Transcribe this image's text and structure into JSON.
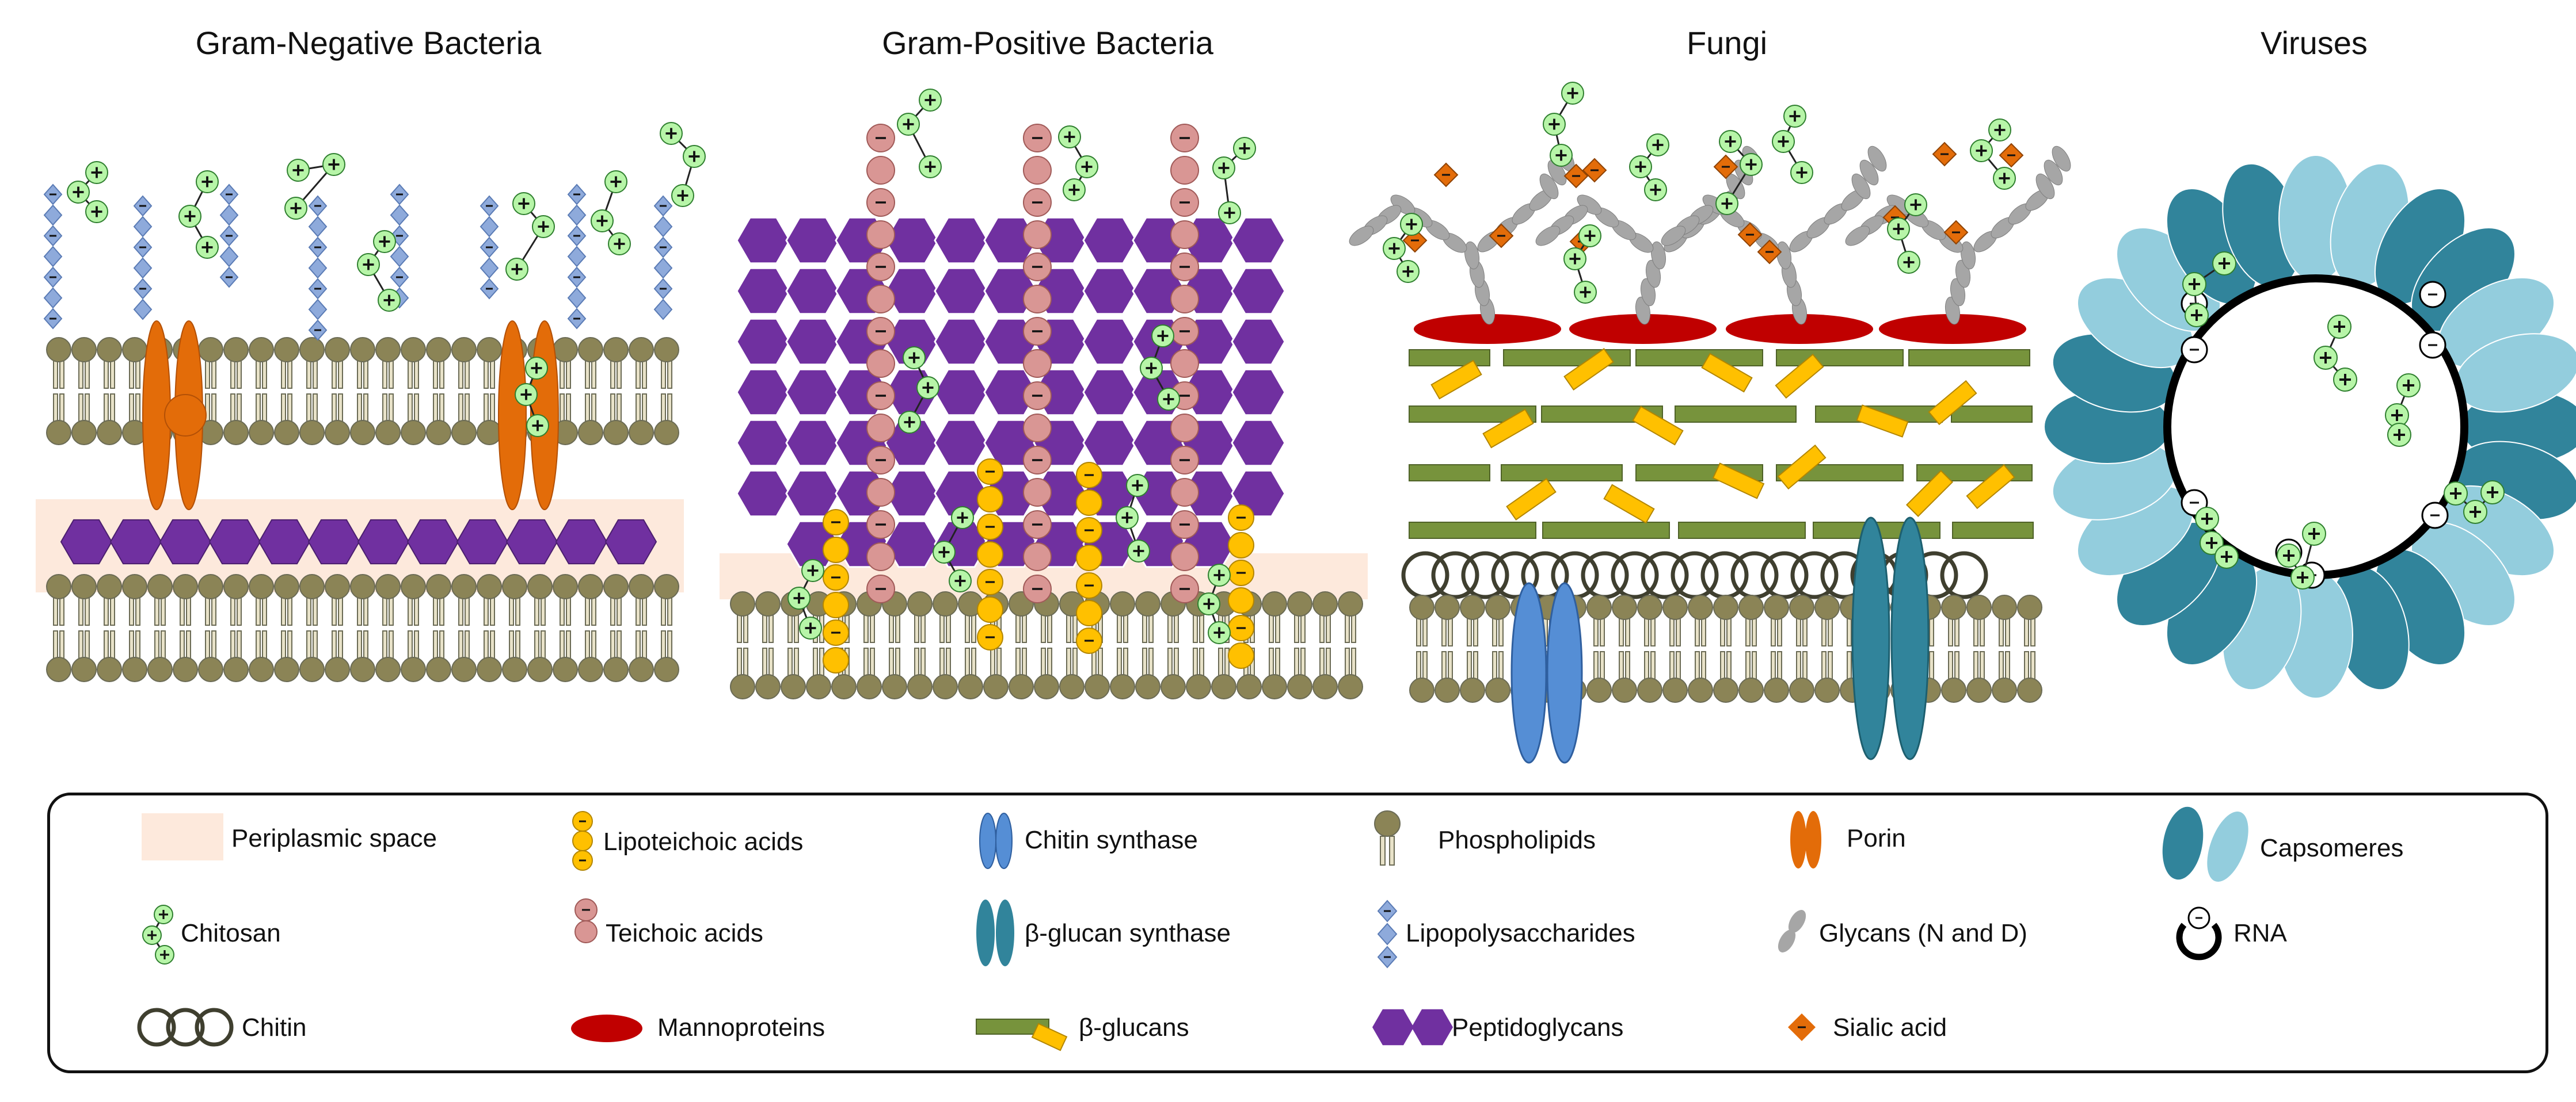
{
  "panels": [
    {
      "id": "gram-negative",
      "title": "Gram-Negative Bacteria"
    },
    {
      "id": "gram-positive",
      "title": "Gram-Positive Bacteria"
    },
    {
      "id": "fungi",
      "title": "Fungi"
    },
    {
      "id": "viruses",
      "title": "Viruses"
    }
  ],
  "legend": [
    {
      "key": "periplasmic-space",
      "label": "Periplasmic space"
    },
    {
      "key": "lipoteichoic-acids",
      "label": "Lipoteichoic acids"
    },
    {
      "key": "chitin-synthase",
      "label": "Chitin synthase"
    },
    {
      "key": "phospholipids",
      "label": "Phospholipids"
    },
    {
      "key": "porin",
      "label": "Porin"
    },
    {
      "key": "capsomeres",
      "label": "Capsomeres"
    },
    {
      "key": "chitosan",
      "label": "Chitosan"
    },
    {
      "key": "teichoic-acids",
      "label": "Teichoic acids"
    },
    {
      "key": "beta-glucan-synthase",
      "label": "β-glucan synthase"
    },
    {
      "key": "lipopolysaccharides",
      "label": "Lipopolysaccharides"
    },
    {
      "key": "glycans",
      "label": "Glycans (N and D)"
    },
    {
      "key": "rna",
      "label": "RNA"
    },
    {
      "key": "chitin",
      "label": "Chitin"
    },
    {
      "key": "mannoproteins",
      "label": "Mannoproteins"
    },
    {
      "key": "beta-glucans",
      "label": "β-glucans"
    },
    {
      "key": "peptidoglycans",
      "label": "Peptidoglycans"
    },
    {
      "key": "sialic-acid",
      "label": "Sialic acid"
    }
  ],
  "colors": {
    "phospholipid_head": "#8b8456",
    "phospholipid_tail": "#e8e2c8",
    "periplasm": "#fde9dc",
    "peptidoglycan": "#7030a0",
    "porin": "#e36c09",
    "lps": "#8eaadb",
    "chitosan": "#b7f5a8",
    "teichoic": "#d99694",
    "lipoteichoic": "#ffc000",
    "mannoprotein": "#c00000",
    "beta_glucan": "#77933c",
    "glycan": "#a6a6a6",
    "sialic": "#e36c09",
    "chitin_synthase": "#558ed5",
    "glucan_synthase": "#31849b",
    "capsomere_dark": "#31849b",
    "capsomere_light": "#93cddd",
    "chitin": "#3f3f2f"
  }
}
